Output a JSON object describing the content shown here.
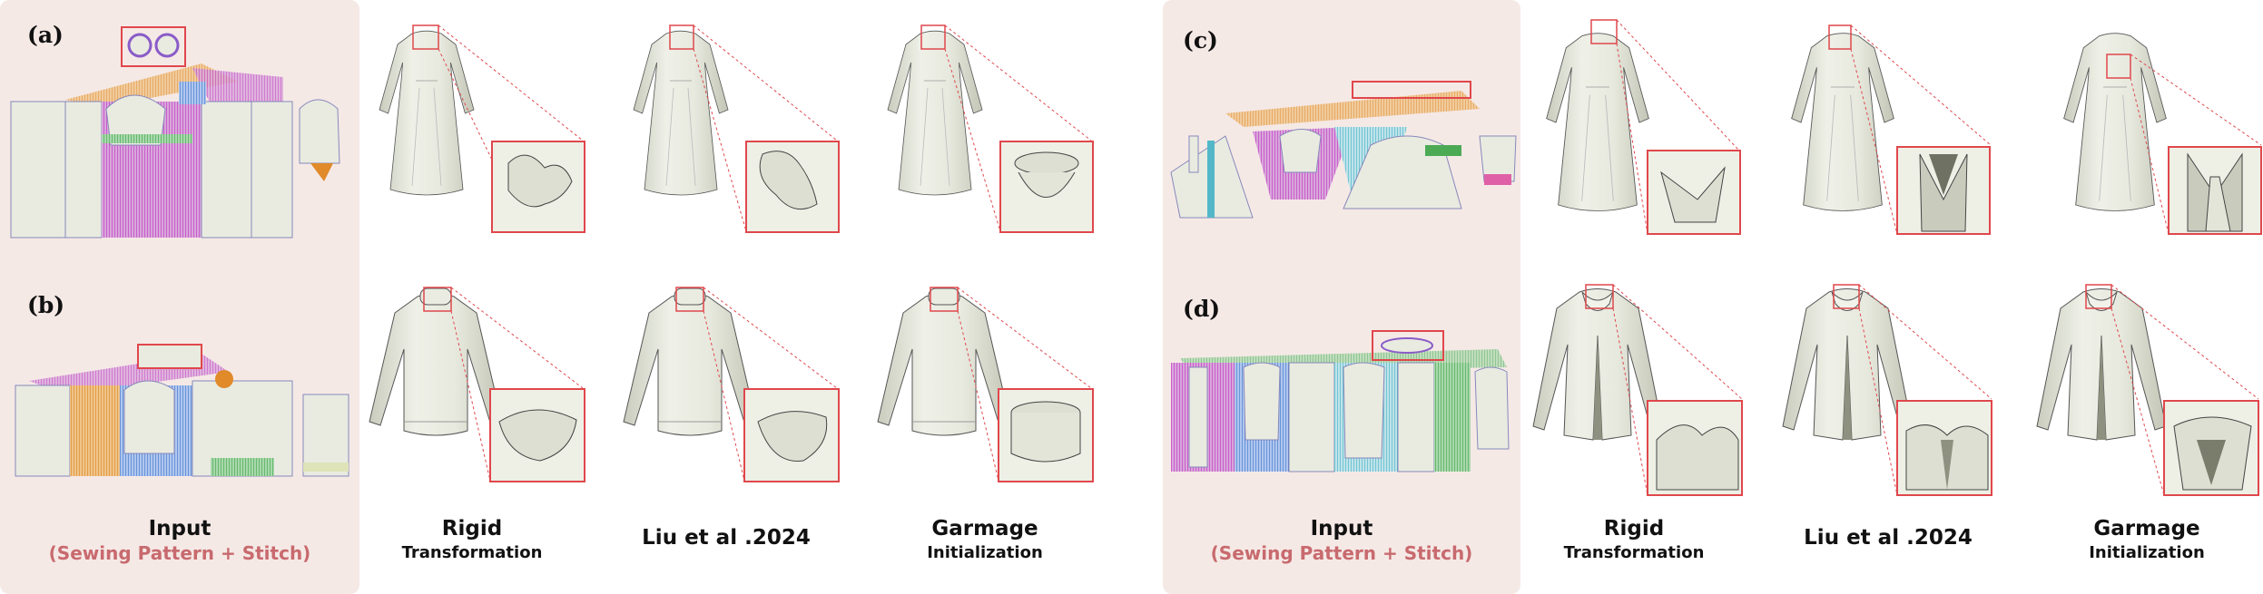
{
  "panels": {
    "a": "(a)",
    "b": "(b)",
    "c": "(c)",
    "d": "(d)"
  },
  "captions": {
    "input_title": "Input",
    "input_sub": "(Sewing Pattern + Stitch)",
    "rigid_title": "Rigid",
    "rigid_sub": "Transformation",
    "liu": "Liu et al .2024",
    "garmage_title": "Garmage",
    "garmage_sub": "Initialization"
  },
  "colors": {
    "panel_bg": "#f5e9e6",
    "garment": "#e9ebe1",
    "garment_shade": "#c9ccbd",
    "highlight_box": "#e0474c",
    "accent_text": "#c86a6e",
    "stitch_magenta": "#c43fc8",
    "stitch_orange": "#e08a2a",
    "stitch_green": "#4caa55",
    "stitch_blue": "#4a7fd0",
    "stitch_cyan": "#52b8c8"
  }
}
